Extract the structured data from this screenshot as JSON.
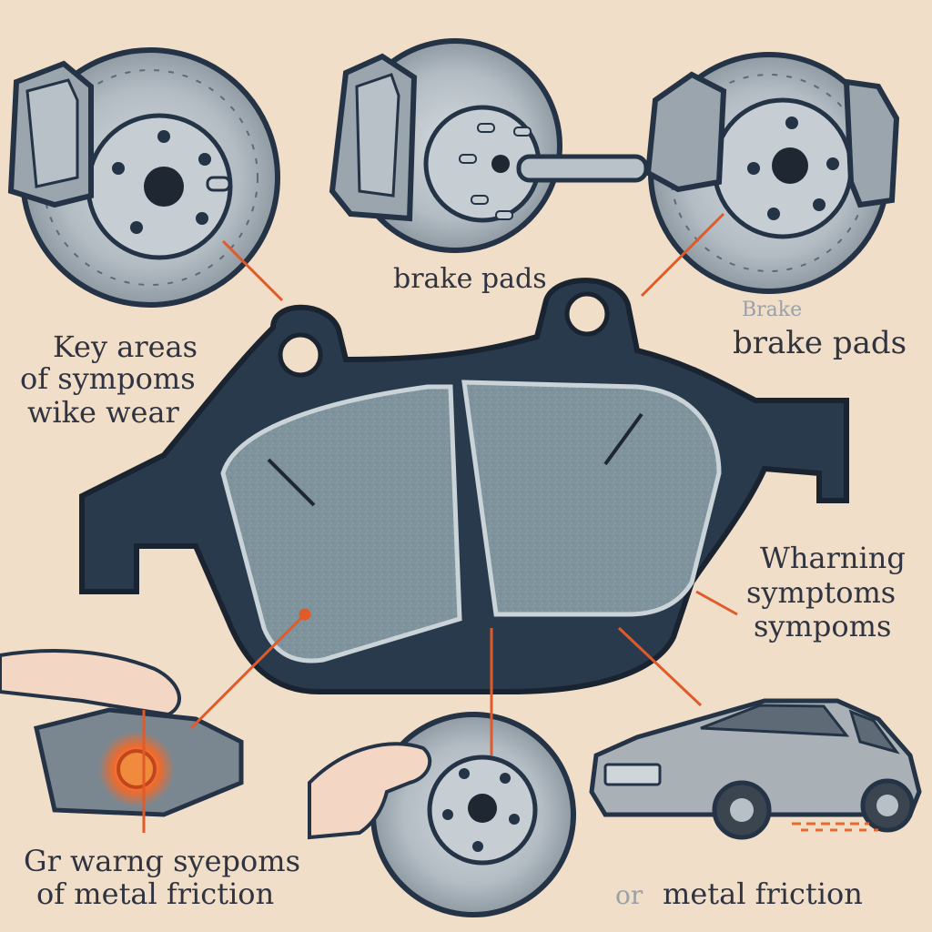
{
  "labels": {
    "top_brake_pads": "brake pads",
    "right_faint": "Brake",
    "right_brake_pads": "brake pads",
    "left_line1": "Key areas",
    "left_line2": "of sympoms",
    "left_line3": "wike wear",
    "right_warn1": "Wharning",
    "right_warn2": "symptoms",
    "right_warn3": "sympoms",
    "bottom_left1": "Gr warng syepoms",
    "bottom_left2": "of metal friction",
    "bottom_right_faint": "or",
    "bottom_right": "metal friction"
  },
  "colors": {
    "background": "#f1dec8",
    "outline": "#243345",
    "pad_fill": "#7c9099",
    "disc_fill": "#b7c0c7",
    "pointer": "#e05a2a",
    "car_body": "#a9b0b6"
  }
}
